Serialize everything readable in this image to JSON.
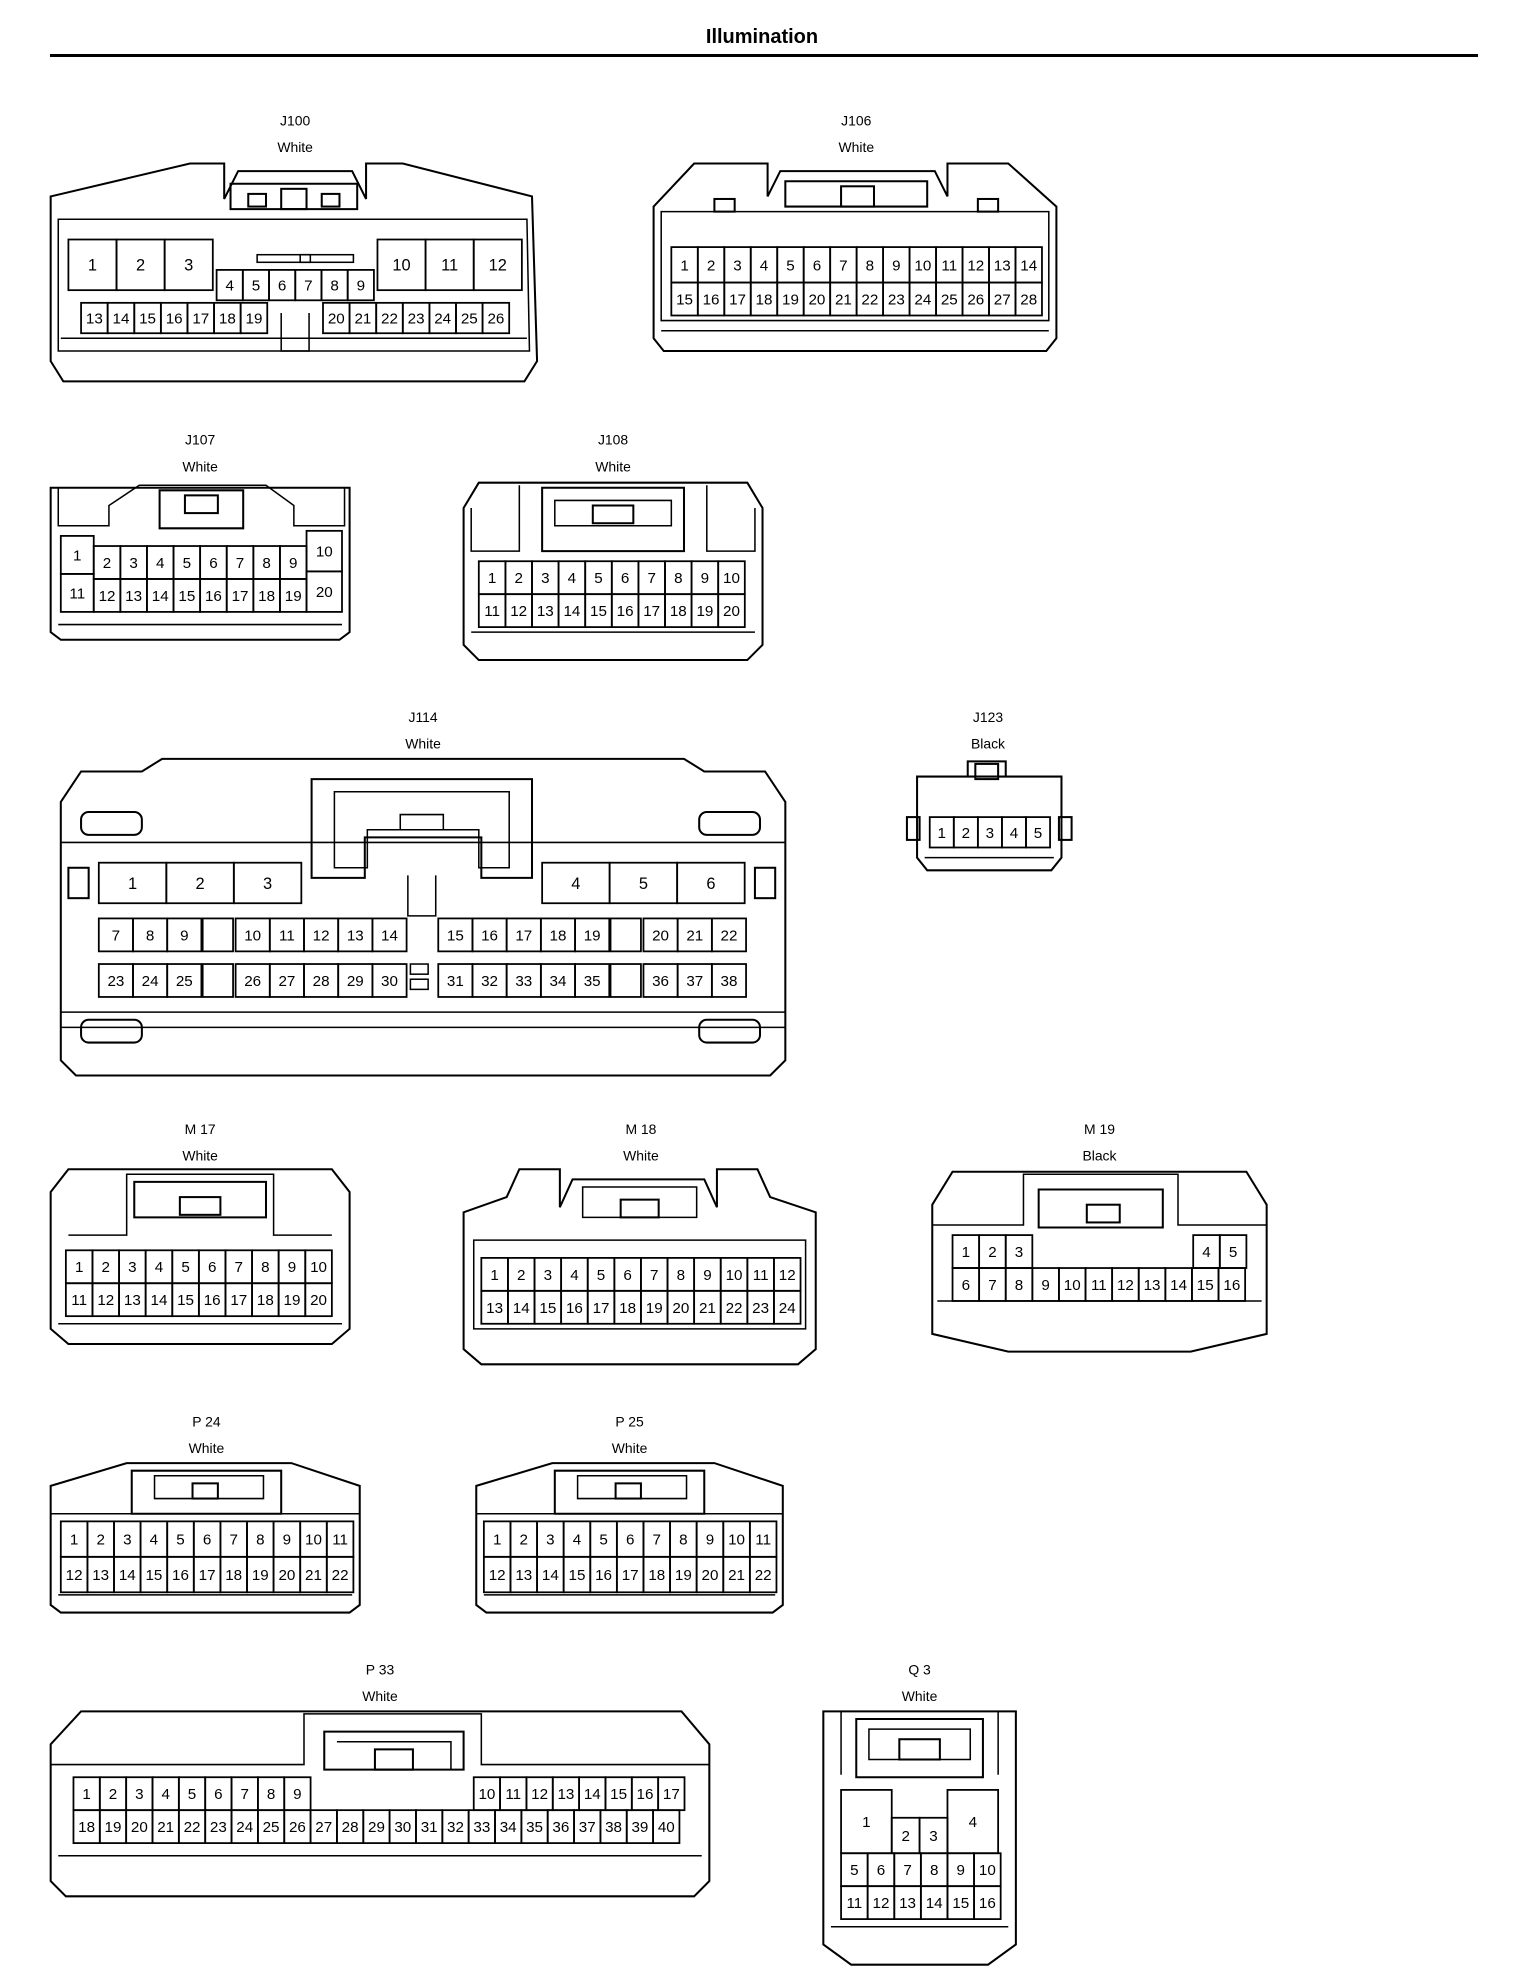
{
  "page": {
    "title": "Illumination"
  },
  "connectors": [
    {
      "id": "J100",
      "color": "White"
    },
    {
      "id": "J106",
      "color": "White"
    },
    {
      "id": "J107",
      "color": "White"
    },
    {
      "id": "J108",
      "color": "White"
    },
    {
      "id": "J114",
      "color": "White"
    },
    {
      "id": "J123",
      "color": "Black"
    },
    {
      "id": "M 17",
      "color": "White"
    },
    {
      "id": "M 18",
      "color": "White"
    },
    {
      "id": "M 19",
      "color": "Black"
    },
    {
      "id": "P 24",
      "color": "White"
    },
    {
      "id": "P 25",
      "color": "White"
    },
    {
      "id": "P 33",
      "color": "White"
    },
    {
      "id": "Q 3",
      "color": "White"
    }
  ]
}
